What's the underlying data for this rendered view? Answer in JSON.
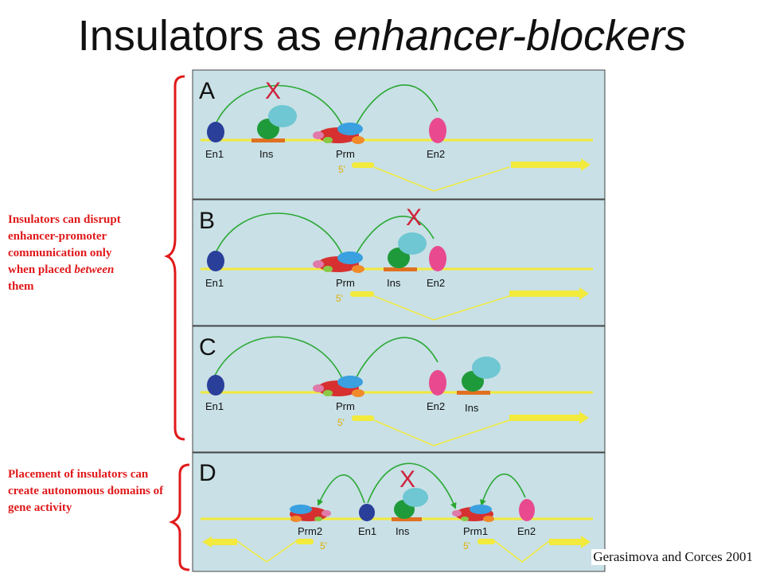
{
  "title": {
    "normal": "Insulators as ",
    "italic": "enhancer-blockers"
  },
  "notes": {
    "top": {
      "lines": [
        "Insulators can disrupt",
        "enhancer-promoter",
        "communication only",
        "when placed ",
        "them"
      ],
      "italic_word": "between"
    },
    "bottom": "Placement of insulators can create autonomous domains of gene activity"
  },
  "credit": "Gerasimova and Corces 2001",
  "panels": [
    {
      "letter": "A",
      "labels": {
        "en1": "En1",
        "ins": "Ins",
        "prm": "Prm",
        "en2": "En2",
        "five": "5'"
      }
    },
    {
      "letter": "B",
      "labels": {
        "en1": "En1",
        "prm": "Prm",
        "ins": "Ins",
        "en2": "En2",
        "five": "5'"
      }
    },
    {
      "letter": "C",
      "labels": {
        "en1": "En1",
        "prm": "Prm",
        "en2": "En2",
        "ins": "Ins",
        "five": "5'"
      }
    },
    {
      "letter": "D",
      "labels": {
        "prm2": "Prm2",
        "en1": "En1",
        "ins": "Ins",
        "prm1": "Prm1",
        "en2": "En2",
        "five_a": "5'",
        "five_b": "5'"
      }
    }
  ],
  "colors": {
    "panel_bg": "#c8e0e6",
    "dna": "#f2ea3c",
    "arrow": "#2aa832",
    "blocked": "#d0203a",
    "bracket": "#e0191b",
    "enhancer1": "#2a3f9a",
    "enhancer2": "#e94a8f",
    "insulator": "#1f9a3a",
    "insulator_cap": "#6ec7d2"
  }
}
